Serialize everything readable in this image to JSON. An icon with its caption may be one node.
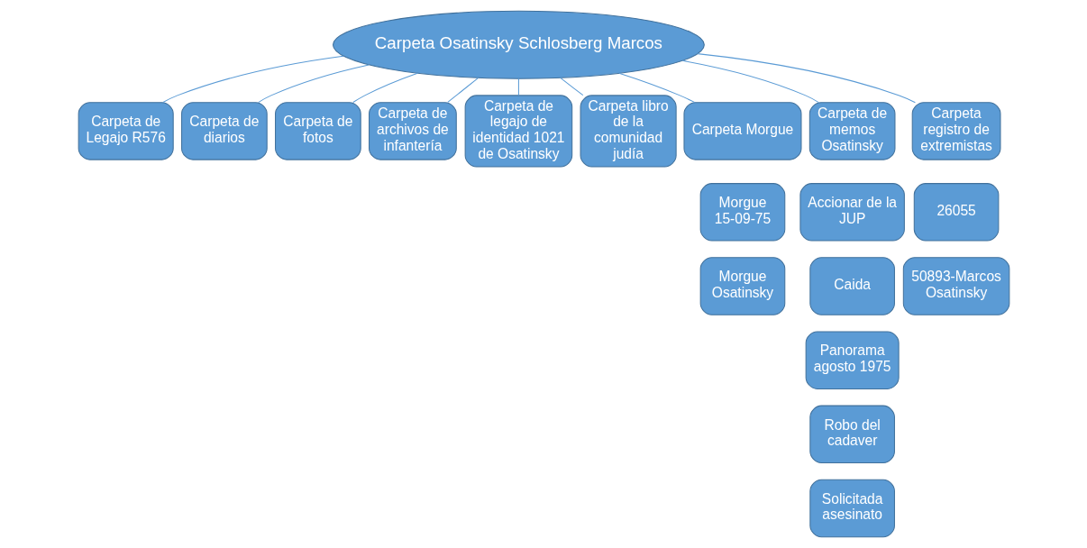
{
  "diagram": {
    "nodes": [
      {
        "text": [
          "Carpeta Osatinsky Schlosberg Marcos"
        ]
      },
      {
        "text": [
          "Carpeta de Legajo R576"
        ]
      },
      {
        "text": [
          "Carpeta de diarios"
        ]
      },
      {
        "text": [
          "Carpeta de fotos"
        ]
      },
      {
        "text": [
          "Carpeta de archivos de infantería"
        ]
      },
      {
        "text": [
          "Carpeta de legajo de identidad 1021 de Osatinsky"
        ]
      },
      {
        "text": [
          "Carpeta libro de la comunidad judía"
        ]
      },
      {
        "text": [
          "Carpeta Morgue"
        ]
      },
      {
        "text": [
          "Carpeta de memos Osatinsky"
        ]
      },
      {
        "text": [
          "Carpeta registro de extremistas"
        ]
      },
      {
        "text": [
          "Morgue 15-09-75"
        ]
      },
      {
        "text": [
          "Accionar de la JUP"
        ]
      },
      {
        "text": [
          "26055"
        ]
      },
      {
        "text": [
          "Morgue Osatinsky"
        ]
      },
      {
        "text": [
          "Caida"
        ]
      },
      {
        "text": [
          "50893-Marcos Osatinsky"
        ]
      },
      {
        "text": [
          "Panorama agosto 1975"
        ]
      },
      {
        "text": [
          "Robo del cadaver"
        ]
      },
      {
        "text": [
          "Solicitada asesinato"
        ]
      }
    ],
    "edges": [
      {
        "from": 0,
        "to": 1,
        "arrow": "none"
      },
      {
        "from": 0,
        "to": 2,
        "arrow": "none"
      },
      {
        "from": 0,
        "to": 3,
        "arrow": "none"
      },
      {
        "from": 0,
        "to": 4,
        "arrow": "none"
      },
      {
        "from": 0,
        "to": 5,
        "arrow": "none"
      },
      {
        "from": 0,
        "to": 6,
        "arrow": "none"
      },
      {
        "from": 0,
        "to": 7,
        "arrow": "none"
      },
      {
        "from": 0,
        "to": 8,
        "arrow": "none"
      },
      {
        "from": 0,
        "to": 9,
        "arrow": "none"
      }
    ]
  }
}
